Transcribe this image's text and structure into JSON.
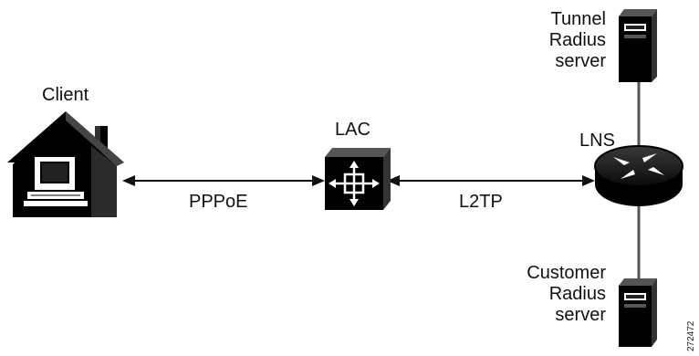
{
  "nodes": {
    "client": {
      "label": "Client"
    },
    "lac": {
      "label": "LAC"
    },
    "lns": {
      "label": "LNS"
    },
    "tunnel_radius": {
      "line1": "Tunnel",
      "line2": "Radius",
      "line3": "server"
    },
    "customer_radius": {
      "line1": "Customer",
      "line2": "Radius",
      "line3": "server"
    }
  },
  "links": {
    "client_lac": {
      "label": "PPPoE"
    },
    "lac_lns": {
      "label": "L2TP"
    }
  },
  "figure_id": "272472"
}
